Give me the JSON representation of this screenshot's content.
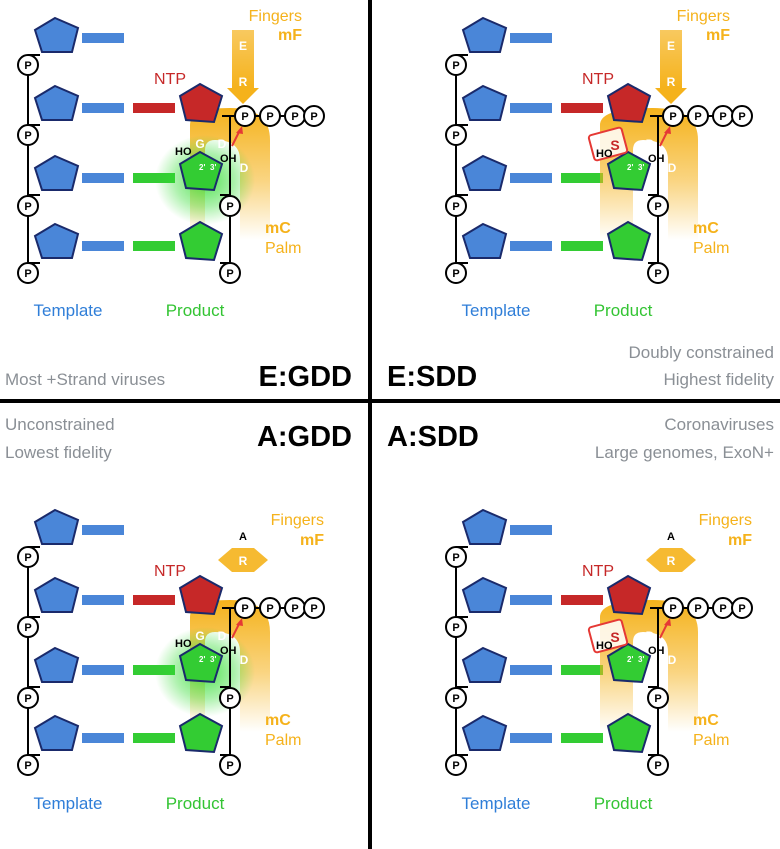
{
  "colors": {
    "template": "#4a86d8",
    "product": "#33cc33",
    "ntp": "#c62828",
    "orange": "#f5b21b",
    "gray": "#8a8f95"
  },
  "panels": [
    {
      "id": "e-gdd",
      "title": "E:GDD",
      "notes": [
        "Most +Strand viruses"
      ],
      "motif_f_state": "E",
      "catalytic_residues": [
        "G",
        "D",
        "D"
      ],
      "labels": {
        "fingers": "Fingers",
        "mf": "mF",
        "ntp": "NTP",
        "mc": "mC",
        "palm": "Palm",
        "template": "Template",
        "product": "Product",
        "ho": "HO",
        "oh": "OH",
        "p": "P",
        "e": "E",
        "r": "R",
        "two": "2'",
        "three": "3'"
      }
    },
    {
      "id": "e-sdd",
      "title": "E:SDD",
      "notes": [
        "Doubly constrained",
        "Highest fidelity"
      ],
      "motif_f_state": "E",
      "catalytic_residues": [
        "S",
        "D",
        "D"
      ],
      "labels": {
        "fingers": "Fingers",
        "mf": "mF",
        "ntp": "NTP",
        "mc": "mC",
        "palm": "Palm",
        "template": "Template",
        "product": "Product",
        "ho": "HO",
        "oh": "OH",
        "p": "P",
        "e": "E",
        "r": "R",
        "two": "2'",
        "three": "3'"
      }
    },
    {
      "id": "a-gdd",
      "title": "A:GDD",
      "notes": [
        "Unconstrained",
        "Lowest fidelity"
      ],
      "motif_f_state": "A",
      "catalytic_residues": [
        "G",
        "D",
        "D"
      ],
      "labels": {
        "fingers": "Fingers",
        "mf": "mF",
        "ntp": "NTP",
        "mc": "mC",
        "palm": "Palm",
        "template": "Template",
        "product": "Product",
        "ho": "HO",
        "oh": "OH",
        "p": "P",
        "a": "A",
        "r": "R",
        "two": "2'",
        "three": "3'"
      }
    },
    {
      "id": "a-sdd",
      "title": "A:SDD",
      "notes": [
        "Coronaviruses",
        "Large genomes, ExoN+"
      ],
      "motif_f_state": "A",
      "catalytic_residues": [
        "S",
        "D",
        "D"
      ],
      "labels": {
        "fingers": "Fingers",
        "mf": "mF",
        "ntp": "NTP",
        "mc": "mC",
        "palm": "Palm",
        "template": "Template",
        "product": "Product",
        "ho": "HO",
        "oh": "OH",
        "p": "P",
        "a": "A",
        "r": "R",
        "two": "2'",
        "three": "3'"
      }
    }
  ]
}
